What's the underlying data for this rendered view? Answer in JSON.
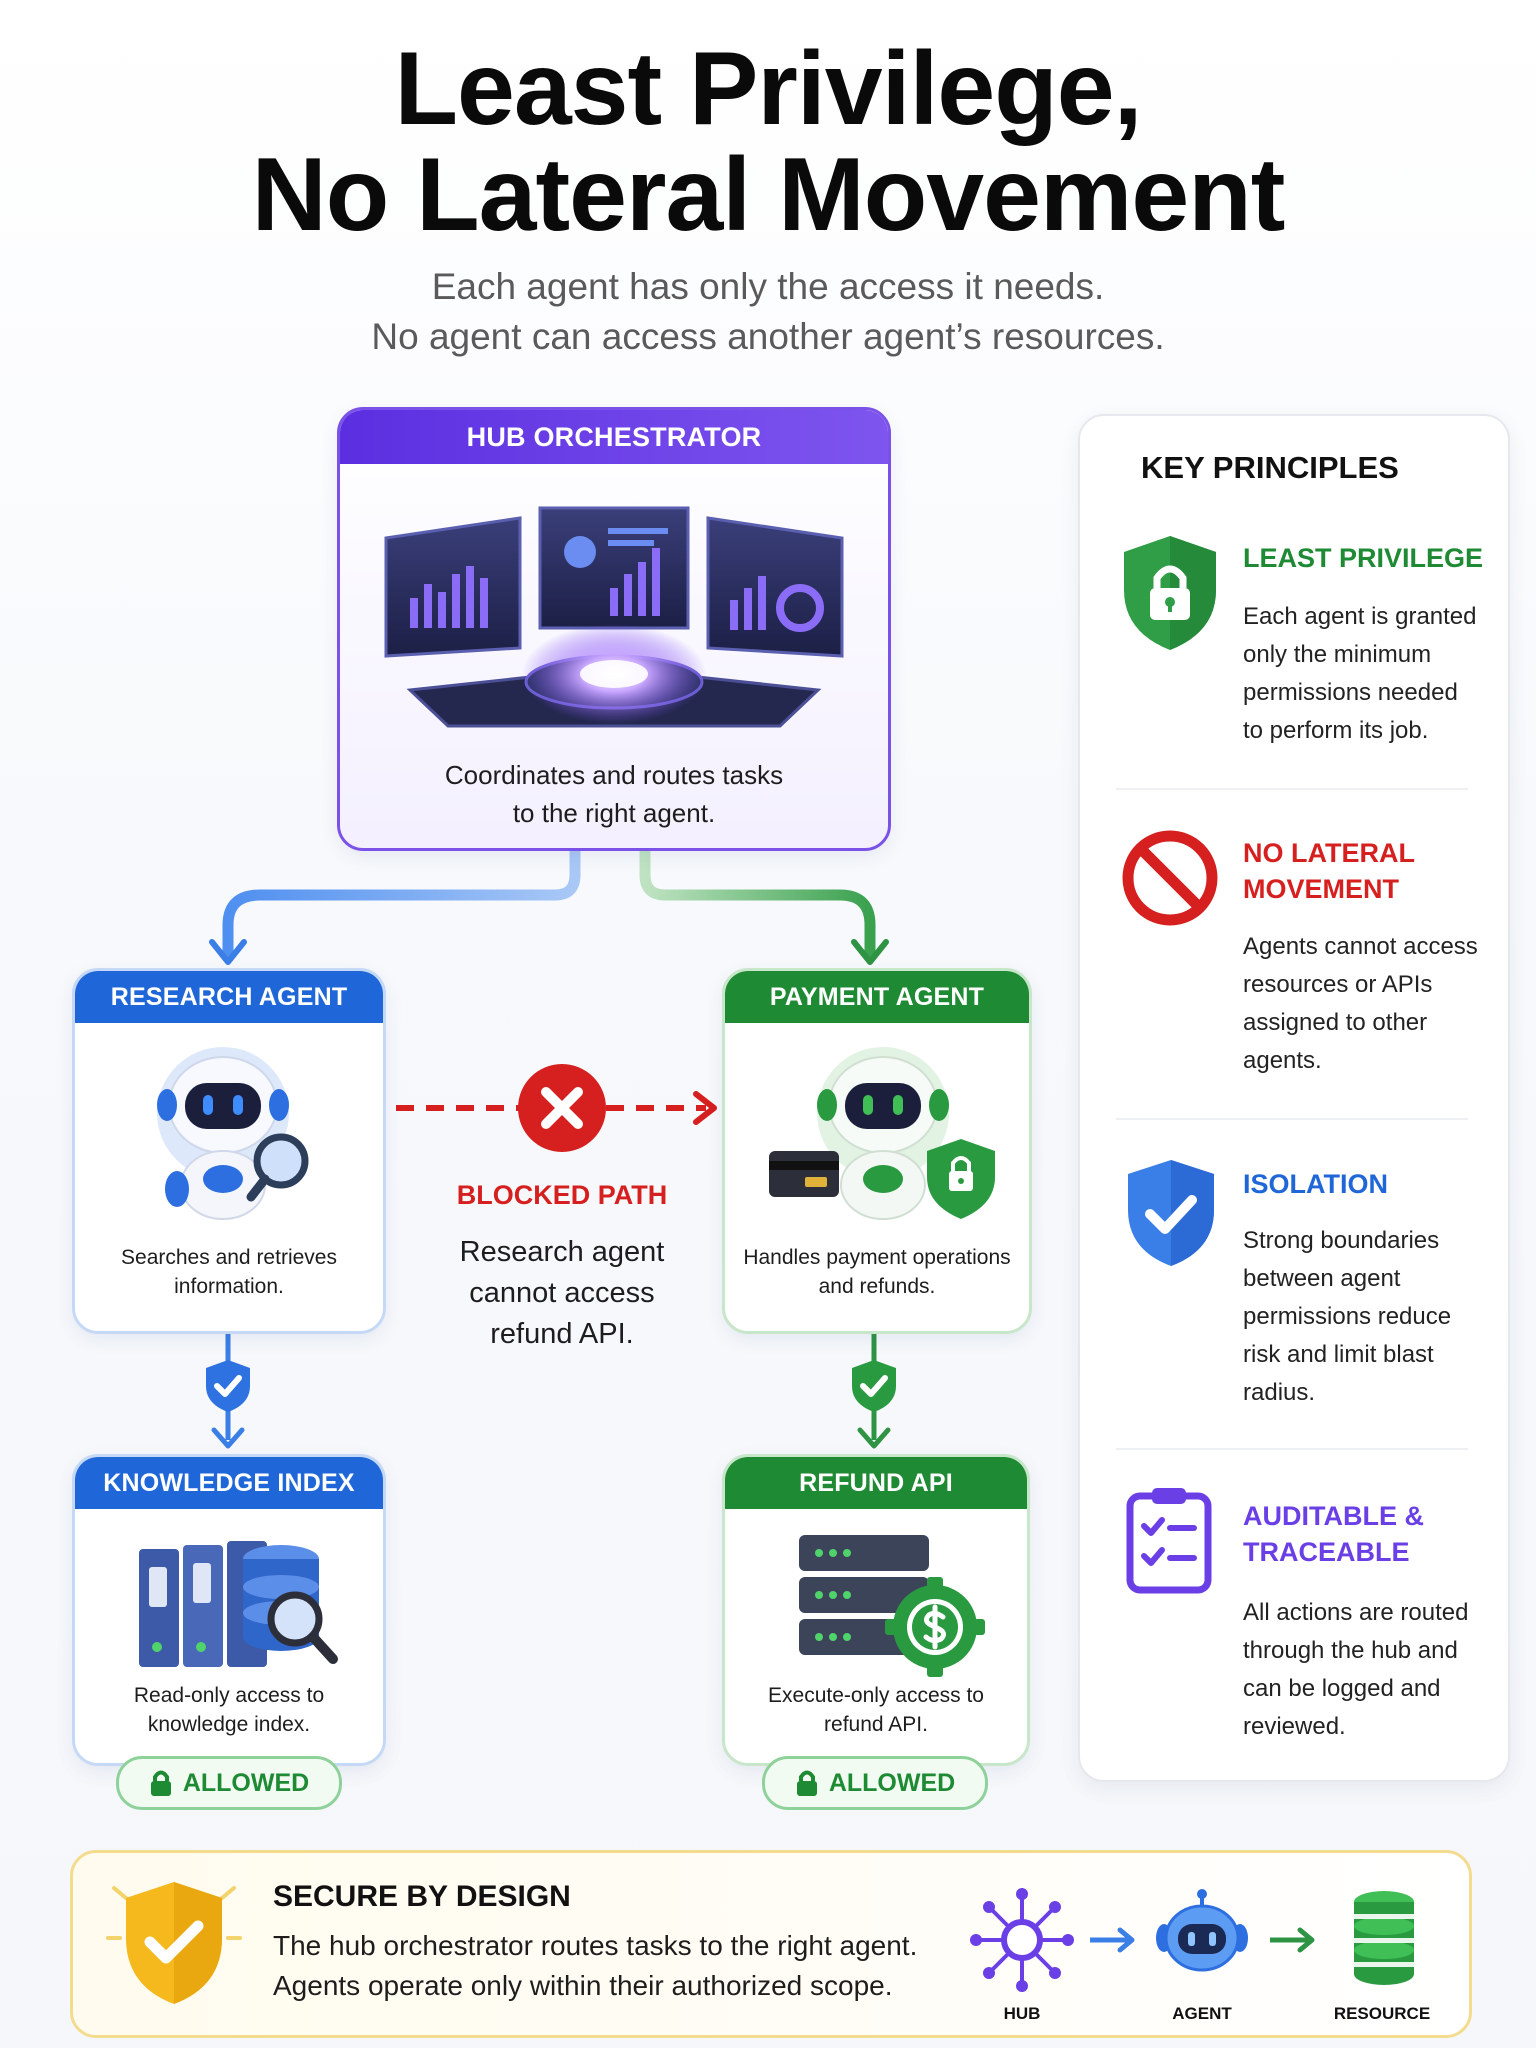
{
  "header": {
    "title_line1": "Least Privilege,",
    "title_line2": "No Lateral Movement",
    "subtitle_line1": "Each agent has only the access it needs.",
    "subtitle_line2": "No agent can access another agent’s resources."
  },
  "hub": {
    "label": "HUB ORCHESTRATOR",
    "desc_line1": "Coordinates and routes tasks",
    "desc_line2": "to the right agent.",
    "color": "#6a3fe6"
  },
  "research_agent": {
    "label": "RESEARCH AGENT",
    "desc_line1": "Searches and retrieves",
    "desc_line2": "information.",
    "color": "#1f67d8"
  },
  "payment_agent": {
    "label": "PAYMENT AGENT",
    "desc_line1": "Handles payment operations",
    "desc_line2": "and refunds.",
    "color": "#1f8a34"
  },
  "blocked": {
    "title": "BLOCKED PATH",
    "desc_line1": "Research agent",
    "desc_line2": "cannot access",
    "desc_line3": "refund API.",
    "color": "#d61f1f"
  },
  "knowledge_index": {
    "label": "KNOWLEDGE INDEX",
    "desc_line1": "Read-only access to",
    "desc_line2": "knowledge index.",
    "status": "ALLOWED"
  },
  "refund_api": {
    "label": "REFUND API",
    "desc_line1": "Execute-only access to",
    "desc_line2": "refund API.",
    "status": "ALLOWED"
  },
  "principles": {
    "title": "KEY PRINCIPLES",
    "items": [
      {
        "heading_line1": "LEAST PRIVILEGE",
        "heading_line2": "",
        "text": [
          "Each agent is granted",
          "only the minimum",
          "permissions needed",
          "to perform its job."
        ],
        "icon": "lock-shield-icon",
        "color": "#1f8a34"
      },
      {
        "heading_line1": "NO LATERAL",
        "heading_line2": "MOVEMENT",
        "text": [
          "Agents cannot access",
          "resources or APIs",
          "assigned to other",
          "agents."
        ],
        "icon": "prohibited-icon",
        "color": "#d61f1f"
      },
      {
        "heading_line1": "ISOLATION",
        "heading_line2": "",
        "text": [
          "Strong boundaries",
          "between agent",
          "permissions reduce",
          "risk and limit blast",
          "radius."
        ],
        "icon": "check-shield-icon",
        "color": "#1f67d8"
      },
      {
        "heading_line1": "AUDITABLE &",
        "heading_line2": "TRACEABLE",
        "text": [
          "All actions are routed",
          "through the hub and",
          "can be logged and",
          "reviewed."
        ],
        "icon": "clipboard-checklist-icon",
        "color": "#6a3fe6"
      }
    ]
  },
  "footer": {
    "title": "SECURE BY DESIGN",
    "text_line1": "The hub orchestrator routes tasks to the right agent.",
    "text_line2": "Agents operate only within their authorized scope.",
    "flow": [
      "HUB",
      "AGENT",
      "RESOURCE"
    ],
    "color": "#f5b91d"
  }
}
